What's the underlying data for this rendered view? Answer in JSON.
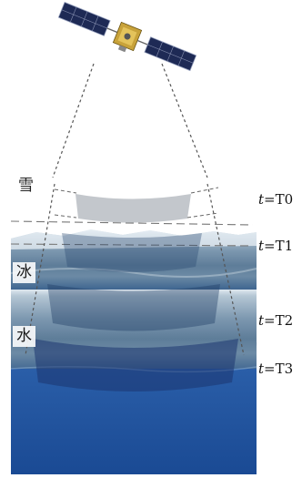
{
  "labels": {
    "snow": "雪",
    "ice": "冰",
    "water": "水"
  },
  "time_markers": [
    {
      "var": "t",
      "value": "=T0"
    },
    {
      "var": "t",
      "value": "=T1"
    },
    {
      "var": "t",
      "value": "=T2"
    },
    {
      "var": "t",
      "value": "=T3"
    }
  ],
  "colors": {
    "ice_surface": "#c9d8e3",
    "ice_deep": "#4d6e90",
    "water": "#1d4f9a",
    "beam_fill": "#b9bfc6",
    "satellite_body": "#c8a23a",
    "solar_panel": "#1e2a55"
  },
  "icons": [
    "satellite-icon"
  ]
}
